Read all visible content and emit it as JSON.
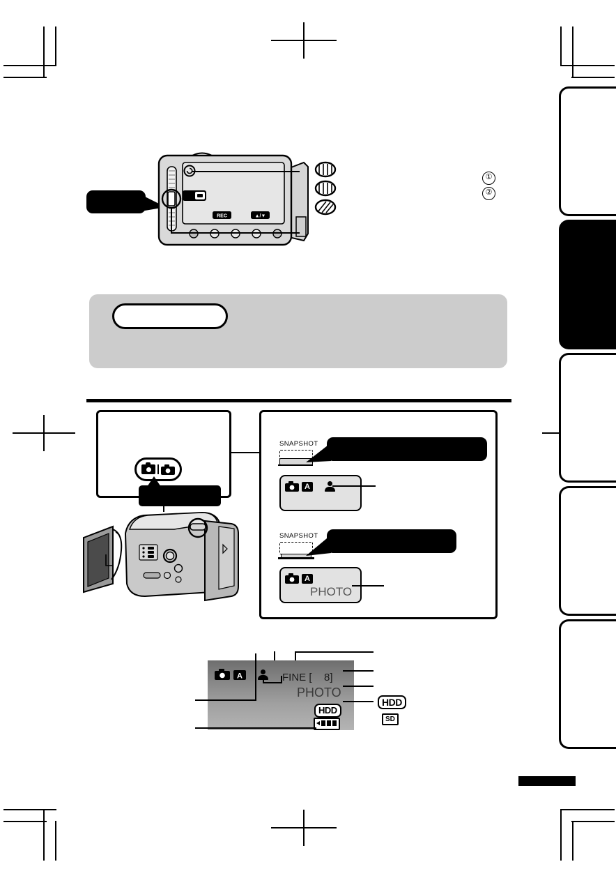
{
  "page": {
    "kind": "camcorder-instruction-manual-page",
    "background": "#ffffff",
    "accent_black": "#000000",
    "note_box_fill": "#cccccc",
    "lcd_fill": "#e2e2e2"
  },
  "crop_marks": {
    "label": "registration-crop-marks"
  },
  "side_tabs": [
    {
      "index": 1,
      "active": false,
      "label": ""
    },
    {
      "index": 2,
      "active": true,
      "label": ""
    },
    {
      "index": 3,
      "active": false,
      "label": ""
    },
    {
      "index": 4,
      "active": false,
      "label": ""
    },
    {
      "index": 5,
      "active": false,
      "label": ""
    }
  ],
  "top_figure": {
    "callout_label": "",
    "step_numbers": [
      "①",
      "②"
    ],
    "lcd_buttons": [
      "REC",
      "▲/▼"
    ],
    "hand_icons": 3
  },
  "note_box": {
    "pill_label": "",
    "body_text": ""
  },
  "left_panel": {
    "mode_switch": {
      "video_icon": "video-mode-icon",
      "photo_icon": "photo-mode-icon"
    },
    "callout_label": ""
  },
  "right_panel": {
    "rows": [
      {
        "button_label": "SNAPSHOT",
        "callout_label": "",
        "lcd_icons": [
          "photo-mode-icon",
          "auto-A-icon",
          "person-detect-icon"
        ],
        "lcd_text": ""
      },
      {
        "button_label": "SNAPSHOT",
        "callout_label": "",
        "lcd_icons": [
          "photo-mode-icon",
          "auto-A-icon"
        ],
        "lcd_text": "PHOTO"
      }
    ]
  },
  "bottom_display": {
    "icons": [
      "photo-mode-icon",
      "auto-A-icon",
      "person-detect-icon"
    ],
    "quality": "FINE [",
    "remaining": "8]",
    "mode_text": "PHOTO",
    "media_badge": "HDD",
    "battery": "battery-indicator",
    "legend": [
      {
        "name": "HDD",
        "type": "hdd-badge"
      },
      {
        "name": "SD",
        "type": "sd-badge"
      }
    ]
  },
  "footer": {
    "bar_label": ""
  }
}
